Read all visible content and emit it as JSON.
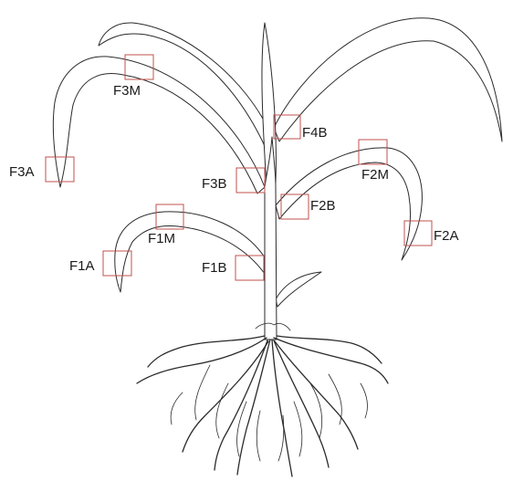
{
  "diagram": {
    "labels": {
      "F1A": "F1A",
      "F1M": "F1M",
      "F1B": "F1B",
      "F2A": "F2A",
      "F2M": "F2M",
      "F2B": "F2B",
      "F3A": "F3A",
      "F3M": "F3M",
      "F3B": "F3B",
      "F4B": "F4B"
    },
    "colors": {
      "outline": "#2a2a2a",
      "marker": "#c0504d",
      "text": "#1a1a1a"
    }
  }
}
